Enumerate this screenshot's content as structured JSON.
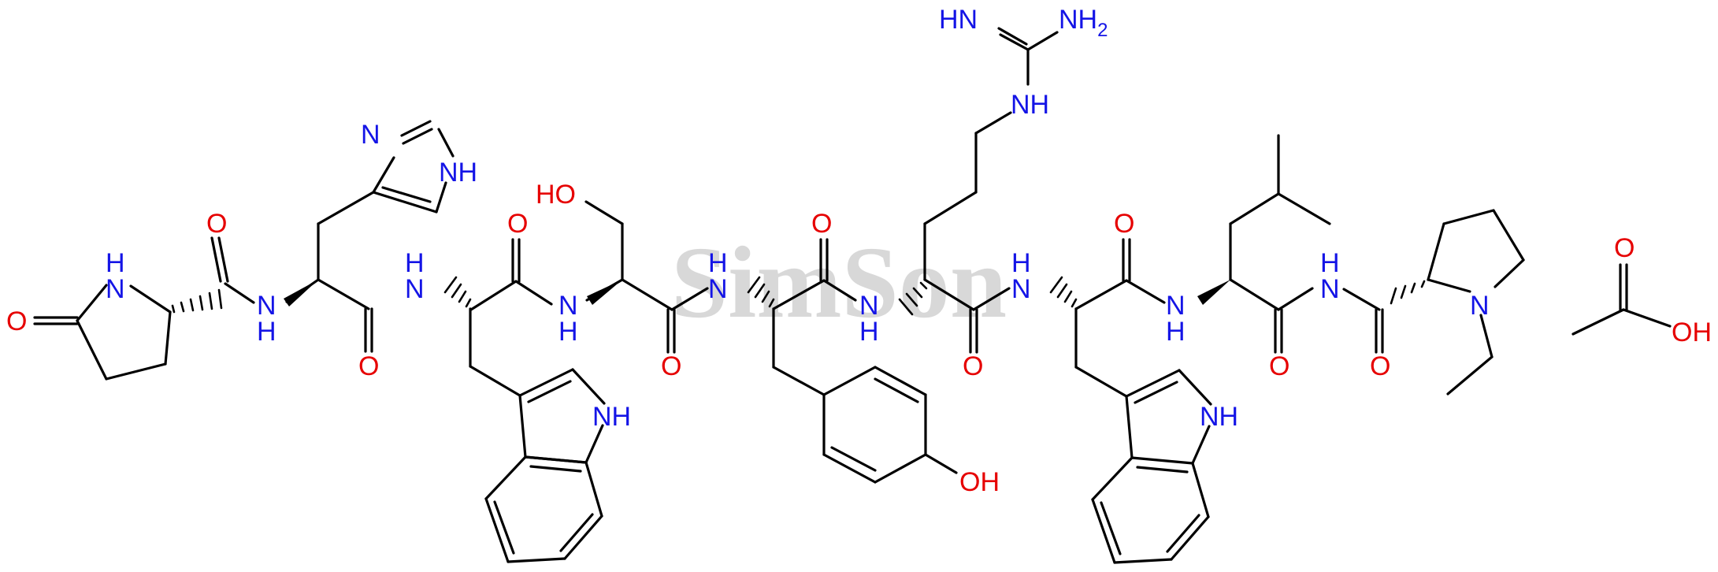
{
  "colors": {
    "bond": "#000000",
    "nitrogen": "#1414e6",
    "oxygen": "#e60000",
    "watermark": "#b9b9b9"
  },
  "watermark": {
    "text": "SimSon"
  },
  "labels": {
    "o_pyro": "O",
    "nh_pyro": "H",
    "nh_pyro_n": "N",
    "o_c1": "O",
    "nh1_n": "N",
    "nh1_h": "H",
    "im_n": "N",
    "im_nh": "NH",
    "o_c2": "O",
    "nh2_h": "H",
    "nh2_n": "N",
    "o_c3": "O",
    "ho_ser": "HO",
    "nh3_n": "N",
    "nh3_h": "H",
    "nh_trp1": "NH",
    "o_c4": "O",
    "nh4_h": "H",
    "nh4_n": "N",
    "o_c5": "O",
    "oh_tyr": "OH",
    "nh5_n": "N",
    "nh5_h": "H",
    "hn_gu": "HN",
    "nh2_gu": "NH",
    "nh2_gu_sub": "2",
    "nh_gu": "NH",
    "o_c6": "O",
    "nh6_h": "H",
    "nh6_n": "N",
    "nh_trp2": "NH",
    "o_c7": "O",
    "nh7_n": "N",
    "nh7_h": "H",
    "o_c8": "O",
    "nh8_h": "H",
    "nh8_n": "N",
    "o_c9": "O",
    "n_pro": "N",
    "o_ac": "O",
    "oh_ac": "OH"
  }
}
